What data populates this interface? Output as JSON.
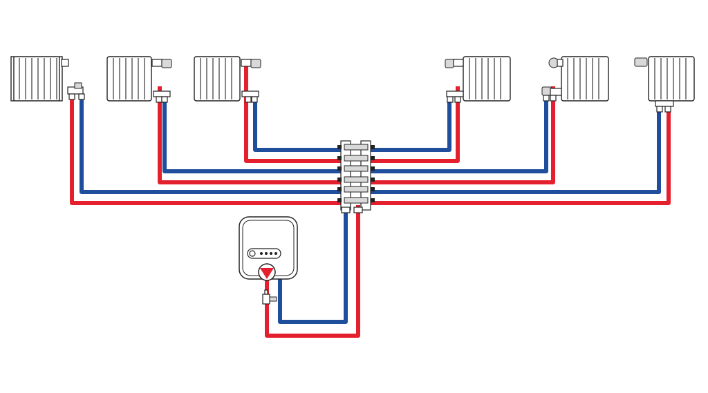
{
  "diagram": {
    "kind": "two-pipe radiator heating system with manifold",
    "colors": {
      "supply": "#e5202e",
      "return": "#1f4e9c",
      "outline": "#222222"
    },
    "radiators": [
      {
        "id": "radiator-1",
        "side": "left"
      },
      {
        "id": "radiator-2",
        "side": "left"
      },
      {
        "id": "radiator-3",
        "side": "left"
      },
      {
        "id": "radiator-4",
        "side": "right"
      },
      {
        "id": "radiator-5",
        "side": "right"
      },
      {
        "id": "radiator-6",
        "side": "right"
      }
    ],
    "components": [
      "manifold",
      "boiler",
      "circulation-pump",
      "drain-valve"
    ]
  }
}
